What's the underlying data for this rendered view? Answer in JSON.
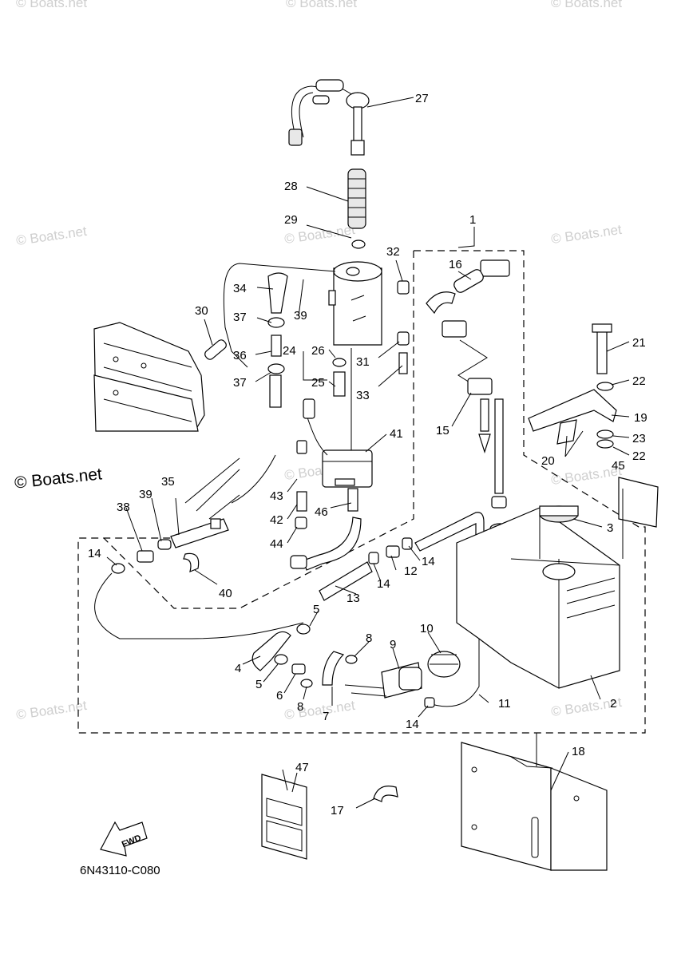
{
  "watermarks": {
    "top_left": "© Boats.net",
    "top_mid": "© Boats.net",
    "top_right": "© Boats.net",
    "mid_left": "© Boats.net",
    "mid_center": "© Boats.net",
    "mid_right": "© Boats.net",
    "strong_left": "© Boats.net",
    "center2": "© Boats.net",
    "right2": "© Boats.net",
    "bottom_left": "© Boats.net",
    "bottom_center": "© Boats.net",
    "bottom_right": "© Boats.net"
  },
  "diagram_code": "6N43110-C080",
  "fwd_label": "FWD",
  "callouts": {
    "c1": "1",
    "c2": "2",
    "c3": "3",
    "c4": "4",
    "c5a": "5",
    "c5b": "5",
    "c6": "6",
    "c7": "7",
    "c8a": "8",
    "c8b": "8",
    "c9": "9",
    "c10": "10",
    "c11": "11",
    "c12": "12",
    "c13": "13",
    "c14a": "14",
    "c14b": "14",
    "c14c": "14",
    "c14d": "14",
    "c15": "15",
    "c16": "16",
    "c17": "17",
    "c18": "18",
    "c19": "19",
    "c20": "20",
    "c21": "21",
    "c22a": "22",
    "c22b": "22",
    "c23": "23",
    "c24": "24",
    "c25": "25",
    "c26": "26",
    "c27": "27",
    "c28": "28",
    "c29": "29",
    "c30": "30",
    "c31": "31",
    "c32": "32",
    "c33": "33",
    "c34": "34",
    "c35": "35",
    "c36": "36",
    "c37a": "37",
    "c37b": "37",
    "c38": "38",
    "c39a": "39",
    "c39b": "39",
    "c40": "40",
    "c41": "41",
    "c42": "42",
    "c43": "43",
    "c44": "44",
    "c45": "45",
    "c46": "46",
    "c47": "47"
  }
}
